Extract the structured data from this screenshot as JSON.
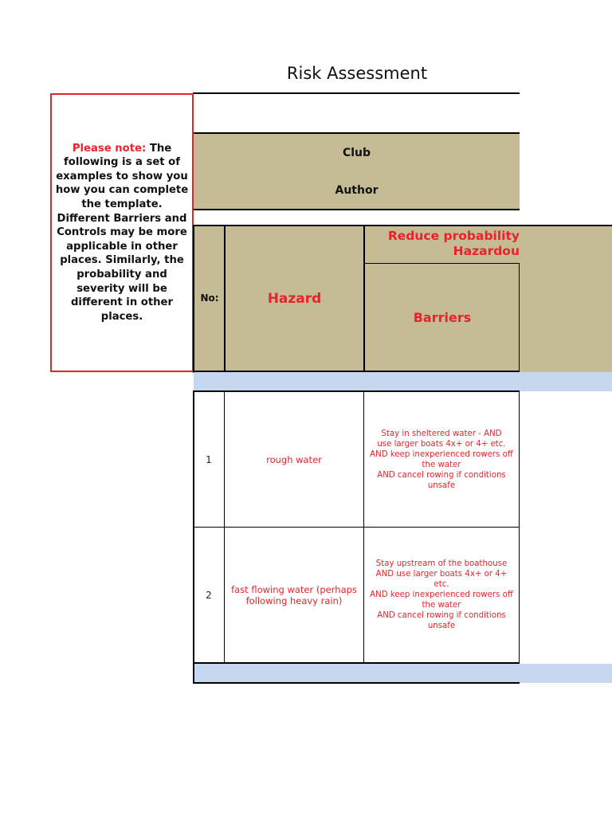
{
  "document": {
    "title": "Risk Assessment"
  },
  "note": {
    "label": "Please note:",
    "text": " The following is a set of examples to show you how you can complete the template. Different Barriers and Controls may be more applicable in other places. Similarly, the probability and severity will be different in other places."
  },
  "header": {
    "club_label": "Club",
    "author_label": "Author"
  },
  "table": {
    "columns": {
      "no": "No:",
      "hazard": "Hazard",
      "reduce": "Reduce probability\nHazardou",
      "barriers": "Barriers"
    },
    "rows": [
      {
        "no": "1",
        "hazard": "rough water",
        "barriers": "Stay in sheltered water -        AND\nuse larger boats 4x+ or 4+ etc.\nAND keep inexperienced rowers off\nthe water\nAND cancel rowing if conditions\nunsafe"
      },
      {
        "no": "2",
        "hazard": "fast flowing water (perhaps following heavy rain)",
        "barriers": "Stay upstream of the boathouse\nAND use larger boats 4x+ or 4+ etc.\nAND keep inexperienced rowers off\nthe water\nAND cancel rowing if conditions\nunsafe"
      }
    ]
  },
  "colors": {
    "header_fill": "#c5bc95",
    "band_fill": "#c6d8ef",
    "accent_red": "#e8232a"
  }
}
